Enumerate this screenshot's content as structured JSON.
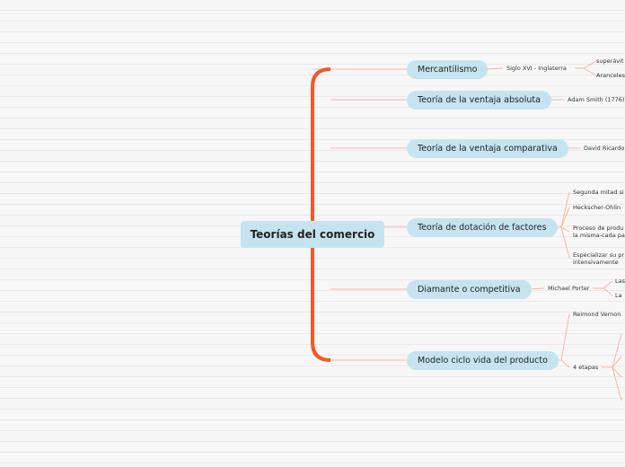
{
  "root": "Teorías del comercio",
  "branches": [
    {
      "label": "Mercantilismo",
      "children": [
        "Siglo XVI - Inglaterra"
      ],
      "sub": [
        "superávit",
        "Aranceles"
      ]
    },
    {
      "label": "Teoría de la ventaja absoluta",
      "children": [
        "Adam Smith (1776)"
      ]
    },
    {
      "label": "Teoría de la ventaja comparativa",
      "children": [
        "David Ricardo"
      ]
    },
    {
      "label": "Teoría de dotación de factores",
      "children": [
        "Segunda mitad si",
        "Heckscher-Ohlin",
        "Proceso de produ la misma-cada pa",
        "Especializar su pr intensivamente"
      ]
    },
    {
      "label": "Diamante o competitiva",
      "children": [
        "Michael Porter"
      ],
      "sub": [
        "Las",
        "La"
      ]
    },
    {
      "label": "Modelo ciclo vida del producto",
      "children": [
        "Reimond Vernon",
        "4 etapas"
      ]
    }
  ],
  "colors": {
    "node": "#c5e4ef",
    "trunk": "#f05a28",
    "connector": "#f7b39f"
  }
}
